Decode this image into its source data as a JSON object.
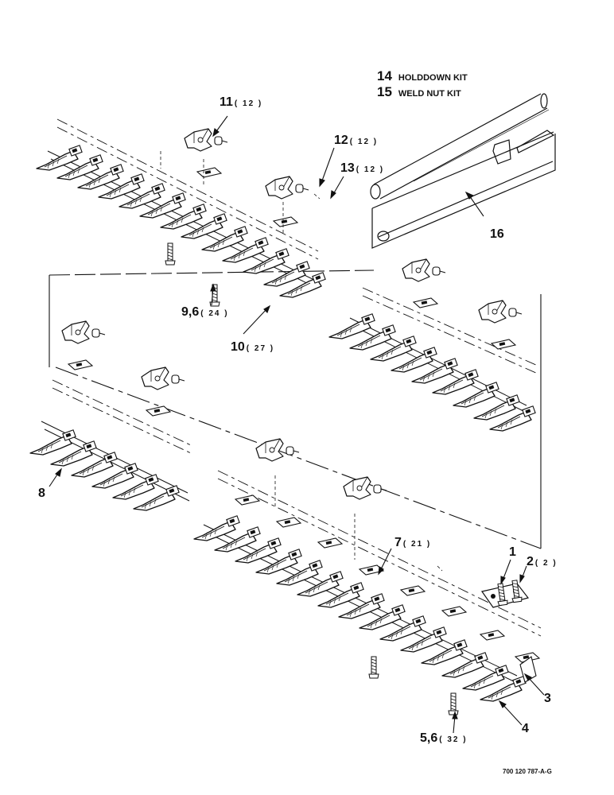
{
  "kits": [
    {
      "num": "14",
      "text": "HOLDDOWN KIT"
    },
    {
      "num": "15",
      "text": "WELD NUT KIT"
    }
  ],
  "callouts": [
    {
      "label": "11",
      "qty": "( 12 )"
    },
    {
      "label": "12",
      "qty": "( 12 )"
    },
    {
      "label": "13",
      "qty": "( 12 )"
    },
    {
      "label": "16",
      "qty": ""
    },
    {
      "label": "9,6",
      "qty": "( 24 )"
    },
    {
      "label": "10",
      "qty": "( 27 )"
    },
    {
      "label": "8",
      "qty": ""
    },
    {
      "label": "7",
      "qty": "( 21 )"
    },
    {
      "label": "1",
      "qty": ""
    },
    {
      "label": "2",
      "qty": "( 2 )"
    },
    {
      "label": "3",
      "qty": ""
    },
    {
      "label": "4",
      "qty": ""
    },
    {
      "label": "5,6",
      "qty": "( 32 )"
    }
  ],
  "drawing_number": "700 120 787-A-G"
}
